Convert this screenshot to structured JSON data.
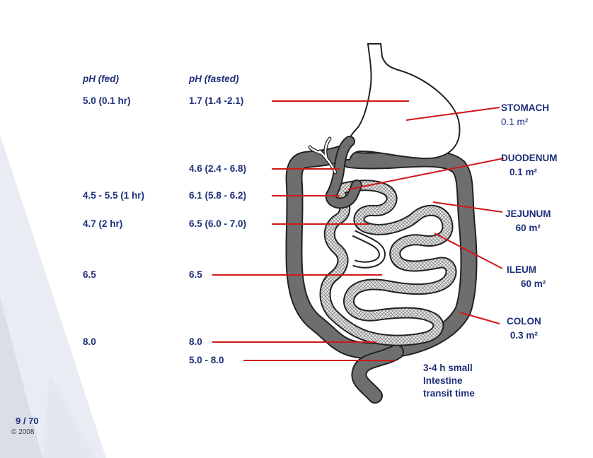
{
  "headers": {
    "fed": "pH (fed)",
    "fasted": "pH (fasted)"
  },
  "rows": [
    {
      "fed": "5.0 (0.1 hr)",
      "fasted": "1.7 (1.4 -2.1)"
    },
    {
      "fed": "",
      "fasted": "4.6 (2.4 - 6.8)"
    },
    {
      "fed": "4.5 - 5.5 (1 hr)",
      "fasted": "6.1 (5.8 - 6.2)"
    },
    {
      "fed": "4.7 (2 hr)",
      "fasted": "6.5 (6.0 - 7.0)"
    },
    {
      "fed": "6.5",
      "fasted": "6.5"
    },
    {
      "fed": "8.0",
      "fasted": "8.0"
    },
    {
      "fed": "",
      "fasted": "5.0 - 8.0"
    }
  ],
  "organs": [
    {
      "name": "STOMACH",
      "area": "0.1 m²"
    },
    {
      "name": "DUODENUM",
      "area": "0.1 m²"
    },
    {
      "name": "JEJUNUM",
      "area": "60 m²"
    },
    {
      "name": "ILEUM",
      "area": "60 m²"
    },
    {
      "name": "COLON",
      "area": "0.3 m²"
    }
  ],
  "transit_note": {
    "line1": "3-4 h small",
    "line2": "Intestine",
    "line3": "transit time"
  },
  "footer": {
    "slide_number": "9 / 70",
    "copyright": "© 2008"
  },
  "colors": {
    "text": "#1f2f7a",
    "leader_line": "#d01818",
    "colon_fill": "#6e6e6e",
    "background_shape": "#dfe3ec"
  }
}
